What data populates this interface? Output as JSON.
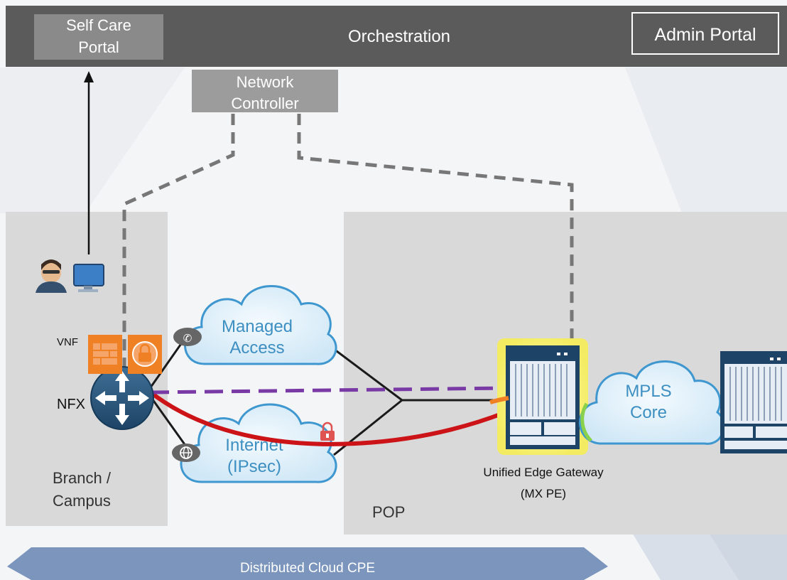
{
  "header": {
    "self_care_portal": [
      "Self Care",
      "Portal"
    ],
    "orchestration": "Orchestration",
    "admin_portal": "Admin Portal"
  },
  "network_controller": [
    "Network",
    "Controller"
  ],
  "branch": {
    "vnf_label": "VNF",
    "nfx_label": "NFX",
    "area_label": [
      "Branch /",
      "Campus"
    ]
  },
  "clouds": {
    "managed_access": [
      "Managed",
      "Access"
    ],
    "internet": [
      "Internet",
      "(IPsec)"
    ],
    "mpls_core": [
      "MPLS",
      "Core"
    ]
  },
  "pop": {
    "area_label": "POP",
    "gateway_label": [
      "Unified Edge Gateway",
      "(MX PE)"
    ]
  },
  "footer": {
    "banner": "Distributed Cloud CPE"
  },
  "colors": {
    "header_bar": "#5b5b5b",
    "cloud_text": "#3d8fc2",
    "cloud_border": "#3f97cf",
    "vnf_orange": "#f08024",
    "secure_path": "#cc1418",
    "overlay_path": "#7a3aa6",
    "controller_link": "#777777",
    "footer_banner": "#7b95bd"
  }
}
